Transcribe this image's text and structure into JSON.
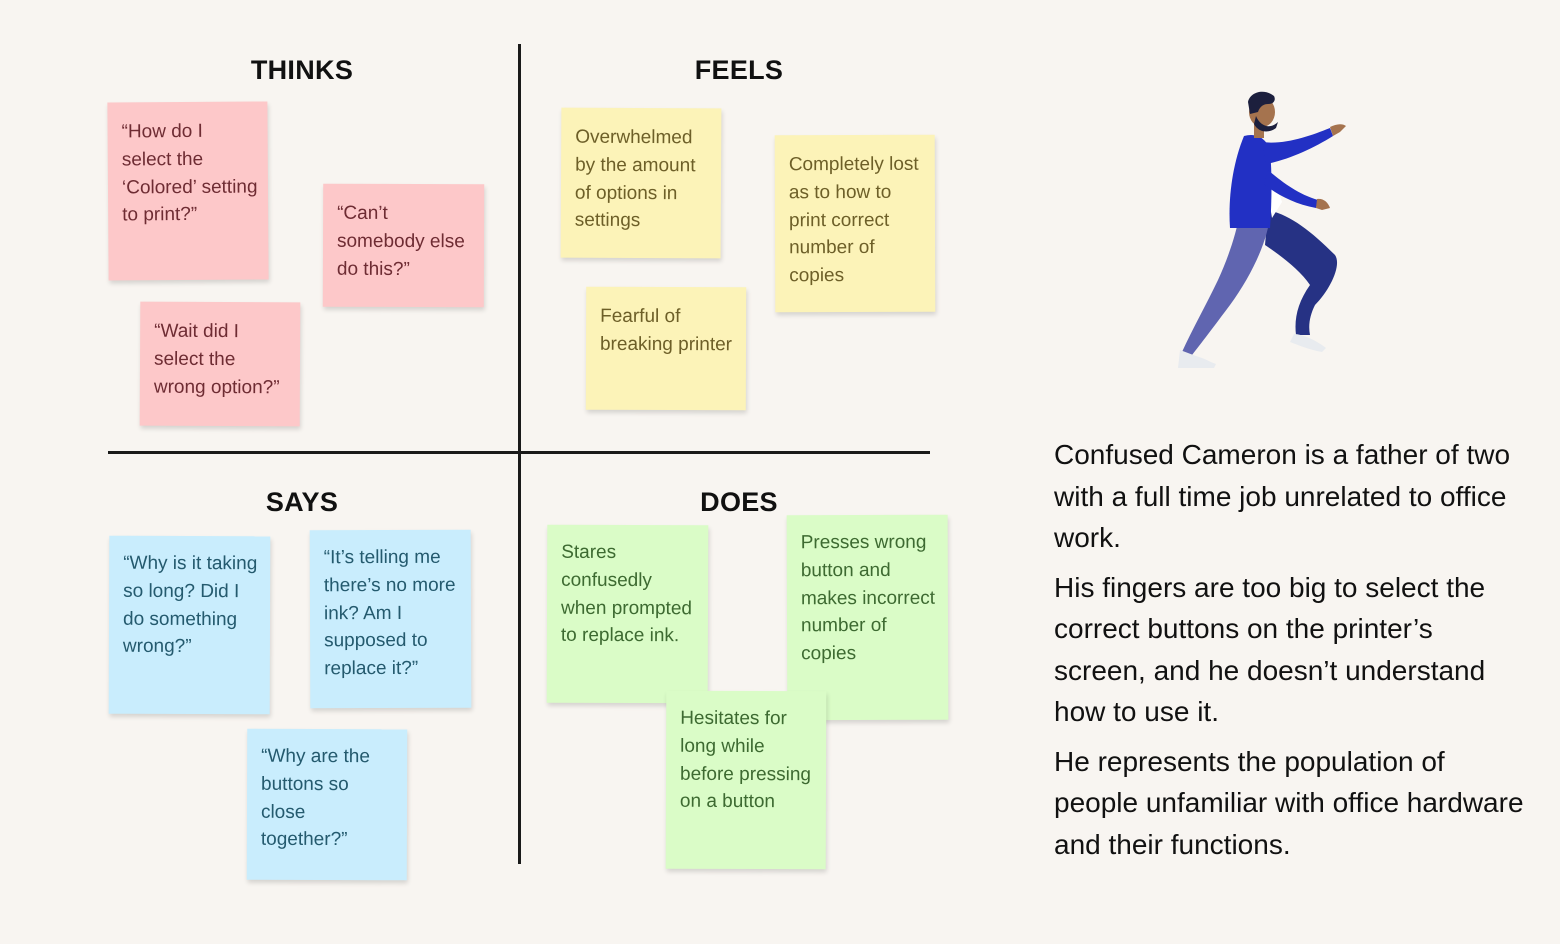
{
  "quadrants": {
    "thinks": {
      "title": "THINKS",
      "notes": [
        "“How do I select the ‘Colored’ setting to print?”",
        "“Can’t somebody else do this?”",
        "“Wait did I select the wrong option?”"
      ]
    },
    "feels": {
      "title": "FEELS",
      "notes": [
        "Overwhelmed by the amount of options in settings",
        "Completely lost as to how to print correct number of copies",
        "Fearful of breaking printer"
      ]
    },
    "says": {
      "title": "SAYS",
      "notes": [
        "“Why is it taking so long? Did I do something wrong?”",
        "“It’s telling me there’s no more ink? Am I supposed to replace it?”",
        "“Why are the buttons so close together?”"
      ]
    },
    "does": {
      "title": "DOES",
      "notes": [
        "Stares confusedly when prompted to replace ink.",
        "Presses wrong button and makes incorrect number of copies",
        "Hesitates for long while before pressing on a button"
      ]
    }
  },
  "colors": {
    "thinks": "#fdc8c9",
    "feels": "#fcf3b8",
    "says": "#c9edfd",
    "does": "#dafcc7",
    "figure_jacket": "#2230c4",
    "figure_pants_front": "#6065b0",
    "figure_pants_back": "#263284",
    "figure_skin": "#a5734e",
    "figure_hair": "#1c1f3d"
  },
  "persona": {
    "figure_icon": "walking-person-illustration",
    "paragraphs": [
      "Confused Cameron is a father of two with a full time job unrelated to office work.",
      "His fingers are too big to select the correct buttons on the printer’s screen, and he doesn’t understand how to use it.",
      "He represents the population of people unfamiliar with office hardware and their functions."
    ]
  }
}
